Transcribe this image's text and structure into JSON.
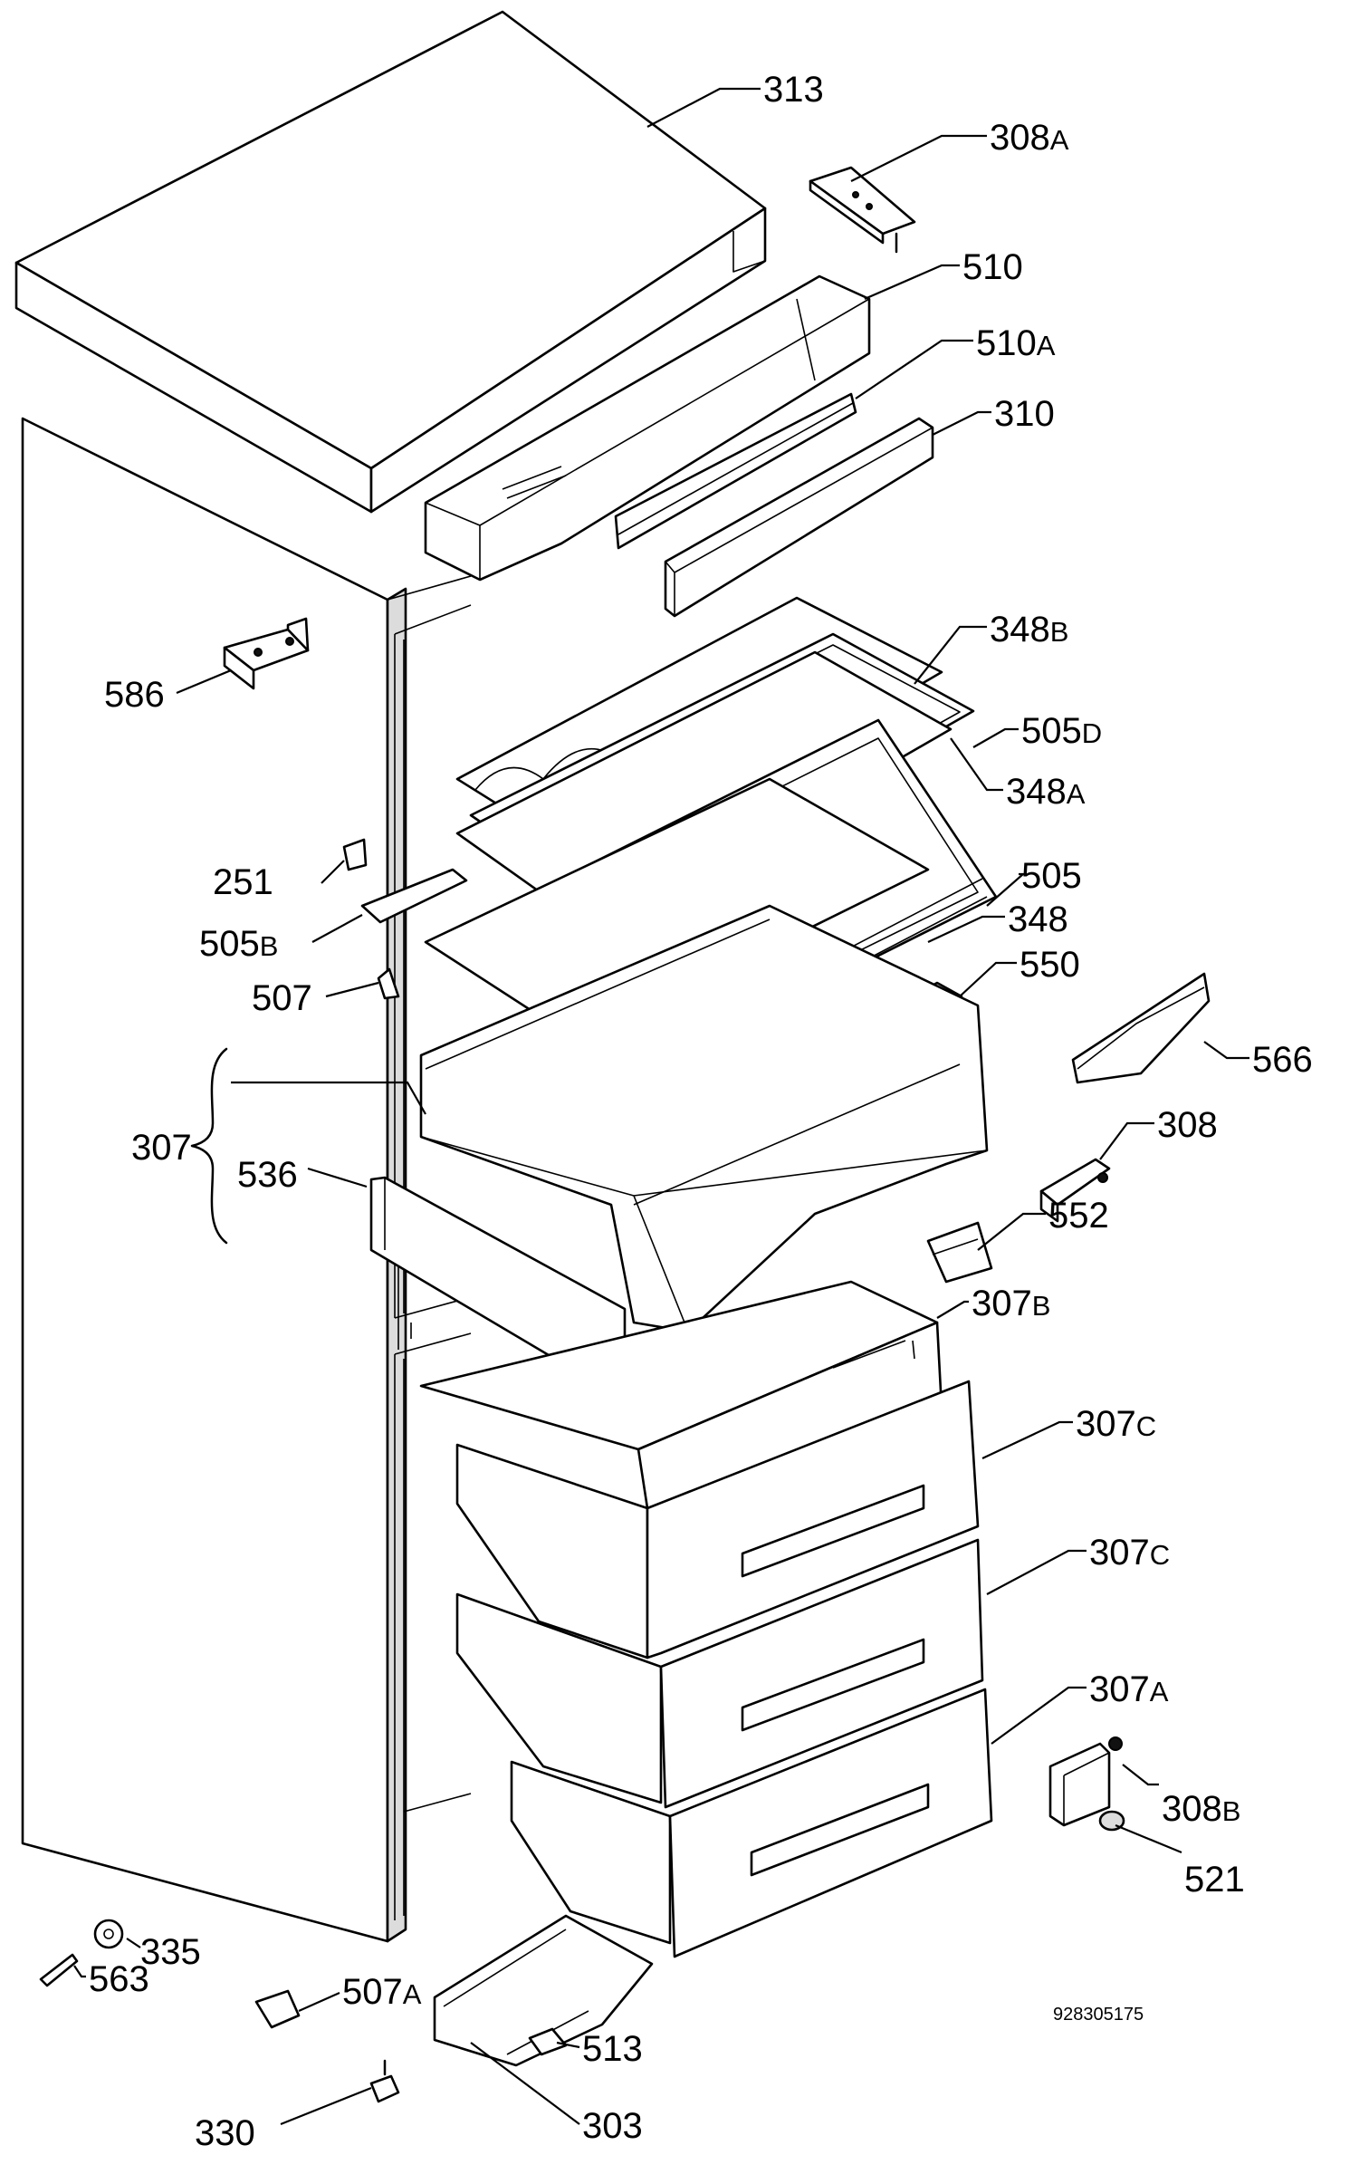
{
  "diagram": {
    "document_number": "928305175",
    "callouts": [
      {
        "id": "313",
        "main": "313",
        "suffix": ""
      },
      {
        "id": "308A",
        "main": "308",
        "suffix": "A"
      },
      {
        "id": "510",
        "main": "510",
        "suffix": ""
      },
      {
        "id": "510A",
        "main": "510",
        "suffix": "A"
      },
      {
        "id": "310",
        "main": "310",
        "suffix": ""
      },
      {
        "id": "348B",
        "main": "348",
        "suffix": "B"
      },
      {
        "id": "586",
        "main": "586",
        "suffix": ""
      },
      {
        "id": "505D",
        "main": "505",
        "suffix": "D"
      },
      {
        "id": "348A",
        "main": "348",
        "suffix": "A"
      },
      {
        "id": "251",
        "main": "251",
        "suffix": ""
      },
      {
        "id": "505",
        "main": "505",
        "suffix": ""
      },
      {
        "id": "348",
        "main": "348",
        "suffix": ""
      },
      {
        "id": "505B",
        "main": "505",
        "suffix": "B"
      },
      {
        "id": "550",
        "main": "550",
        "suffix": ""
      },
      {
        "id": "507",
        "main": "507",
        "suffix": ""
      },
      {
        "id": "566",
        "main": "566",
        "suffix": ""
      },
      {
        "id": "307",
        "main": "307",
        "suffix": ""
      },
      {
        "id": "308",
        "main": "308",
        "suffix": ""
      },
      {
        "id": "536",
        "main": "536",
        "suffix": ""
      },
      {
        "id": "552",
        "main": "552",
        "suffix": ""
      },
      {
        "id": "307B",
        "main": "307",
        "suffix": "B"
      },
      {
        "id": "307C-upper",
        "main": "307",
        "suffix": "C"
      },
      {
        "id": "307C-lower",
        "main": "307",
        "suffix": "C"
      },
      {
        "id": "307A",
        "main": "307",
        "suffix": "A"
      },
      {
        "id": "308B",
        "main": "308",
        "suffix": "B"
      },
      {
        "id": "521",
        "main": "521",
        "suffix": ""
      },
      {
        "id": "335",
        "main": "335",
        "suffix": ""
      },
      {
        "id": "563",
        "main": "563",
        "suffix": ""
      },
      {
        "id": "507A",
        "main": "507",
        "suffix": "A"
      },
      {
        "id": "513",
        "main": "513",
        "suffix": ""
      },
      {
        "id": "330",
        "main": "330",
        "suffix": ""
      },
      {
        "id": "303",
        "main": "303",
        "suffix": ""
      }
    ]
  }
}
